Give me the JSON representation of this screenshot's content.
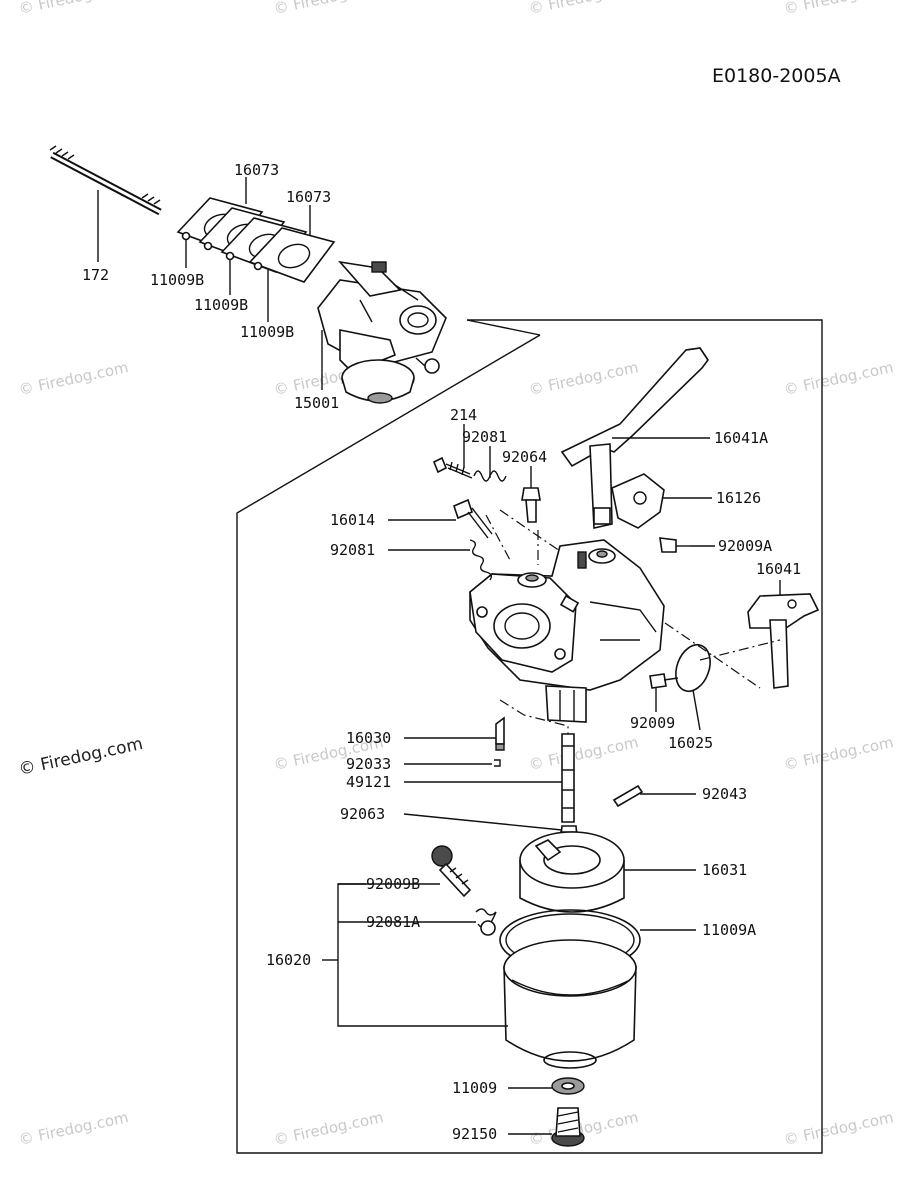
{
  "document_code": "E0180-2005A",
  "watermark_text": "© Firedog.com",
  "part_labels": {
    "p172": "172",
    "p16073_a": "16073",
    "p16073_b": "16073",
    "p11009b_a": "11009B",
    "p11009b_b": "11009B",
    "p11009b_c": "11009B",
    "p15001": "15001",
    "p214": "214",
    "p92081_top": "92081",
    "p92064": "92064",
    "p16041a": "16041A",
    "p16126": "16126",
    "p16014": "16014",
    "p92009a": "92009A",
    "p92081": "92081",
    "p16041": "16041",
    "p92009": "92009",
    "p16025": "16025",
    "p16030": "16030",
    "p92033": "92033",
    "p49121": "49121",
    "p92043": "92043",
    "p92063": "92063",
    "p16031": "16031",
    "p92009b": "92009B",
    "p92081a": "92081A",
    "p11009a": "11009A",
    "p16020": "16020",
    "p11009": "11009",
    "p92150": "92150"
  }
}
